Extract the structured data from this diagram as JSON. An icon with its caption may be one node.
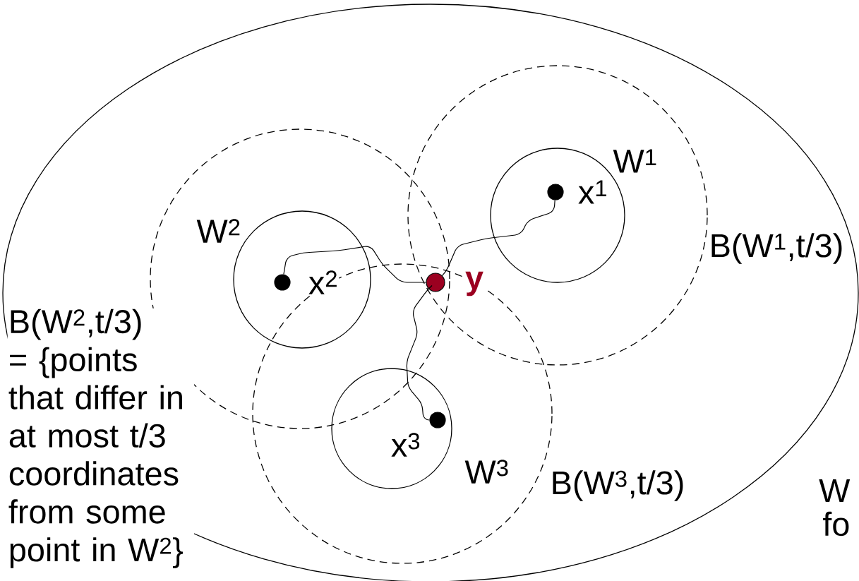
{
  "diagram": {
    "nodes": [
      {
        "text": [],
        "shape": "ellipse"
      },
      {
        "text": [
          "B(W$^{1}$,t/3)"
        ],
        "in": 0
      },
      {
        "text": [
          "W$^{1}$"
        ],
        "in": 1
      },
      {
        "text": [
          "x$^{1}$"
        ],
        "in": 2
      },
      {
        "text": [
          "B(W$^{2}$,t/3) = {points that differ in at most t/3 coordinates from some point in W$^{2}$}"
        ],
        "in": 0
      },
      {
        "text": [
          "W$^{2}$"
        ],
        "in": 4
      },
      {
        "text": [
          "x$^{2}$"
        ],
        "in": 5
      },
      {
        "text": [
          "y"
        ]
      },
      {
        "text": [
          "B(W$^{3}$,t/3)"
        ],
        "in": 0
      },
      {
        "text": [
          "W$^{3}$"
        ],
        "in": 8
      },
      {
        "text": [
          "x$^{3}$"
        ],
        "in": 9
      }
    ],
    "edges": [
      {
        "from": 3,
        "to": 7,
        "arrow": "none"
      },
      {
        "from": 6,
        "to": 7,
        "arrow": "none"
      },
      {
        "from": 10,
        "to": 7,
        "arrow": "none"
      }
    ],
    "labels": [
      "W",
      "fo"
    ]
  }
}
